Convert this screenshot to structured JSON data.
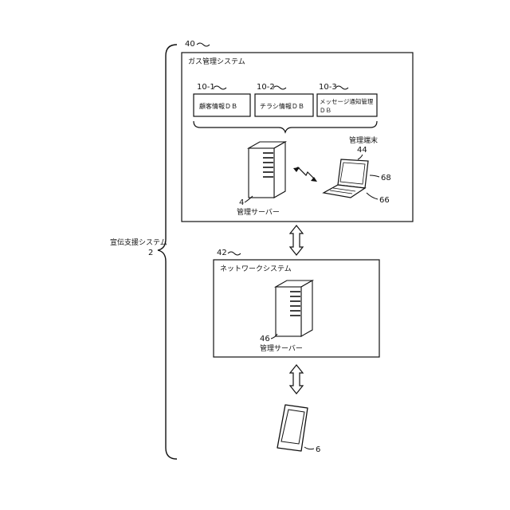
{
  "labels": {
    "promo_system": "宣伝支援システム",
    "promo_system_num": "2",
    "gas_system_num": "40",
    "gas_system": "ガス管理システム",
    "db1_num": "10-1",
    "db1": "顧客情報ＤＢ",
    "db2_num": "10-2",
    "db2": "チラシ情報ＤＢ",
    "db3_num": "10-3",
    "db3_line1": "メッセージ通知管理",
    "db3_line2": "ＤＢ",
    "mgmt_terminal": "管理端末",
    "mgmt_terminal_num": "44",
    "display_num": "68",
    "keyboard_num": "66",
    "server1_num": "4",
    "server1": "管理サーバー",
    "network_num": "42",
    "network_system": "ネットワークシステム",
    "server2_num": "46",
    "server2": "管理サーバー",
    "phone_num": "6"
  }
}
